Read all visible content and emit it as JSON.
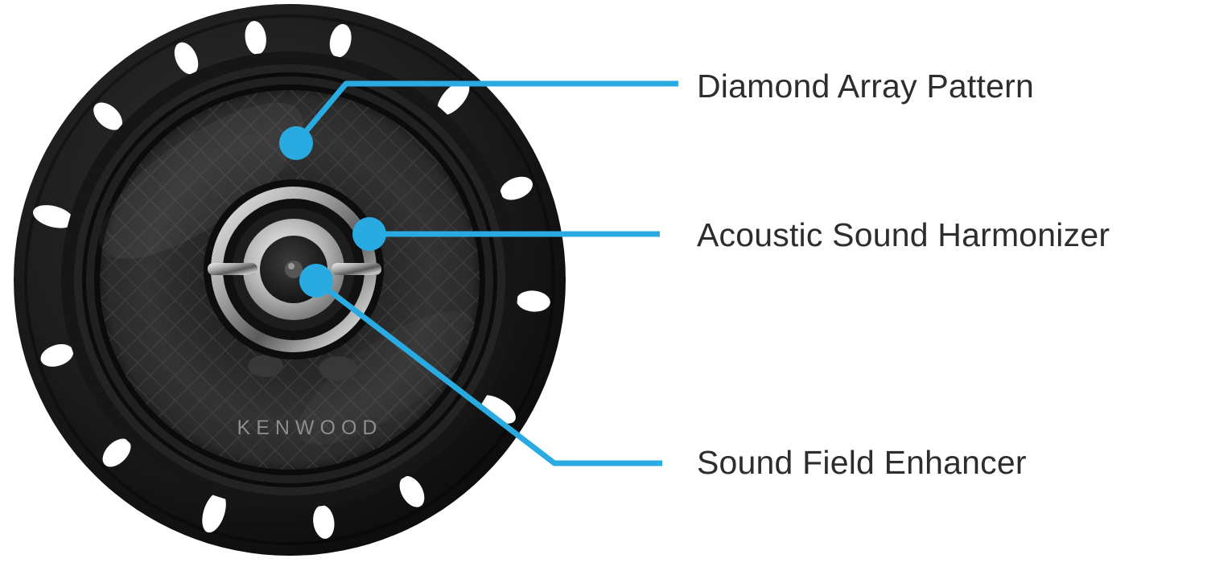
{
  "accent_color": "#29abe2",
  "text_color": "#2d2d2d",
  "speaker": {
    "brand": "KENWOOD"
  },
  "callouts": [
    {
      "label": "Diamond Array Pattern"
    },
    {
      "label": "Acoustic Sound Harmonizer"
    },
    {
      "label": "Sound Field Enhancer"
    }
  ]
}
